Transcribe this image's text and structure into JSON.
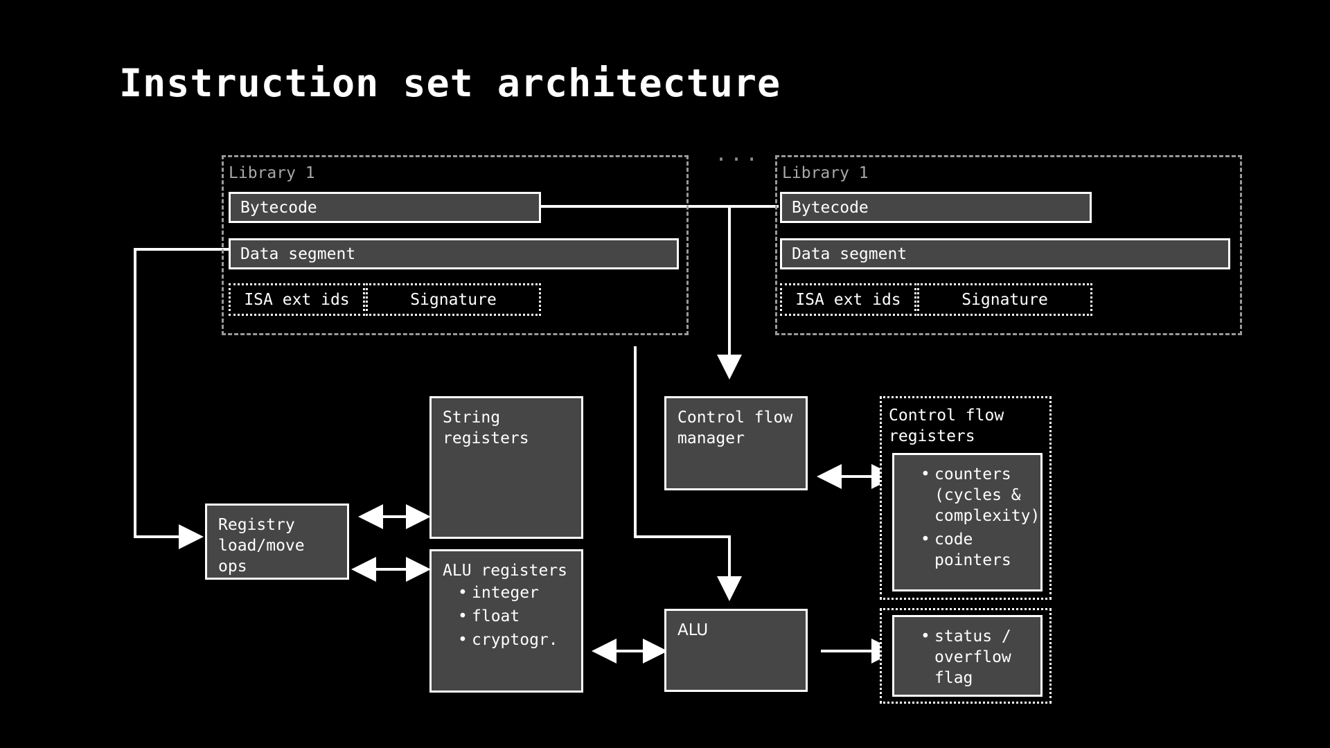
{
  "page": {
    "title": "Instruction set architecture",
    "background_color": "#000000",
    "text_color": "#ffffff",
    "box_fill_color": "#464646",
    "muted_text_color": "#a8a8a8",
    "ellipsis": "..."
  },
  "libraries": [
    {
      "name": "Library 1",
      "bytecode_label": "Bytecode",
      "data_segment_label": "Data segment",
      "isa_ext_label": "ISA ext ids",
      "signature_label": "Signature"
    },
    {
      "name": "Library 1",
      "bytecode_label": "Bytecode",
      "data_segment_label": "Data segment",
      "isa_ext_label": "ISA ext ids",
      "signature_label": "Signature"
    }
  ],
  "core": {
    "registry_ops": "Registry\nload/move\nops",
    "string_registers": "String\nregisters",
    "alu_registers_title": "ALU registers",
    "alu_registers_items": [
      "integer",
      "float",
      "cryptogr."
    ],
    "control_flow_manager": "Control flow\nmanager",
    "alu_label": "ALU",
    "control_flow_registers_title": "Control flow\nregisters",
    "control_flow_registers_items": [
      "counters\n(cycles &\ncomplexity)",
      "code\npointers"
    ],
    "status_flag_items": [
      "status /\noverflow\nflag"
    ]
  }
}
